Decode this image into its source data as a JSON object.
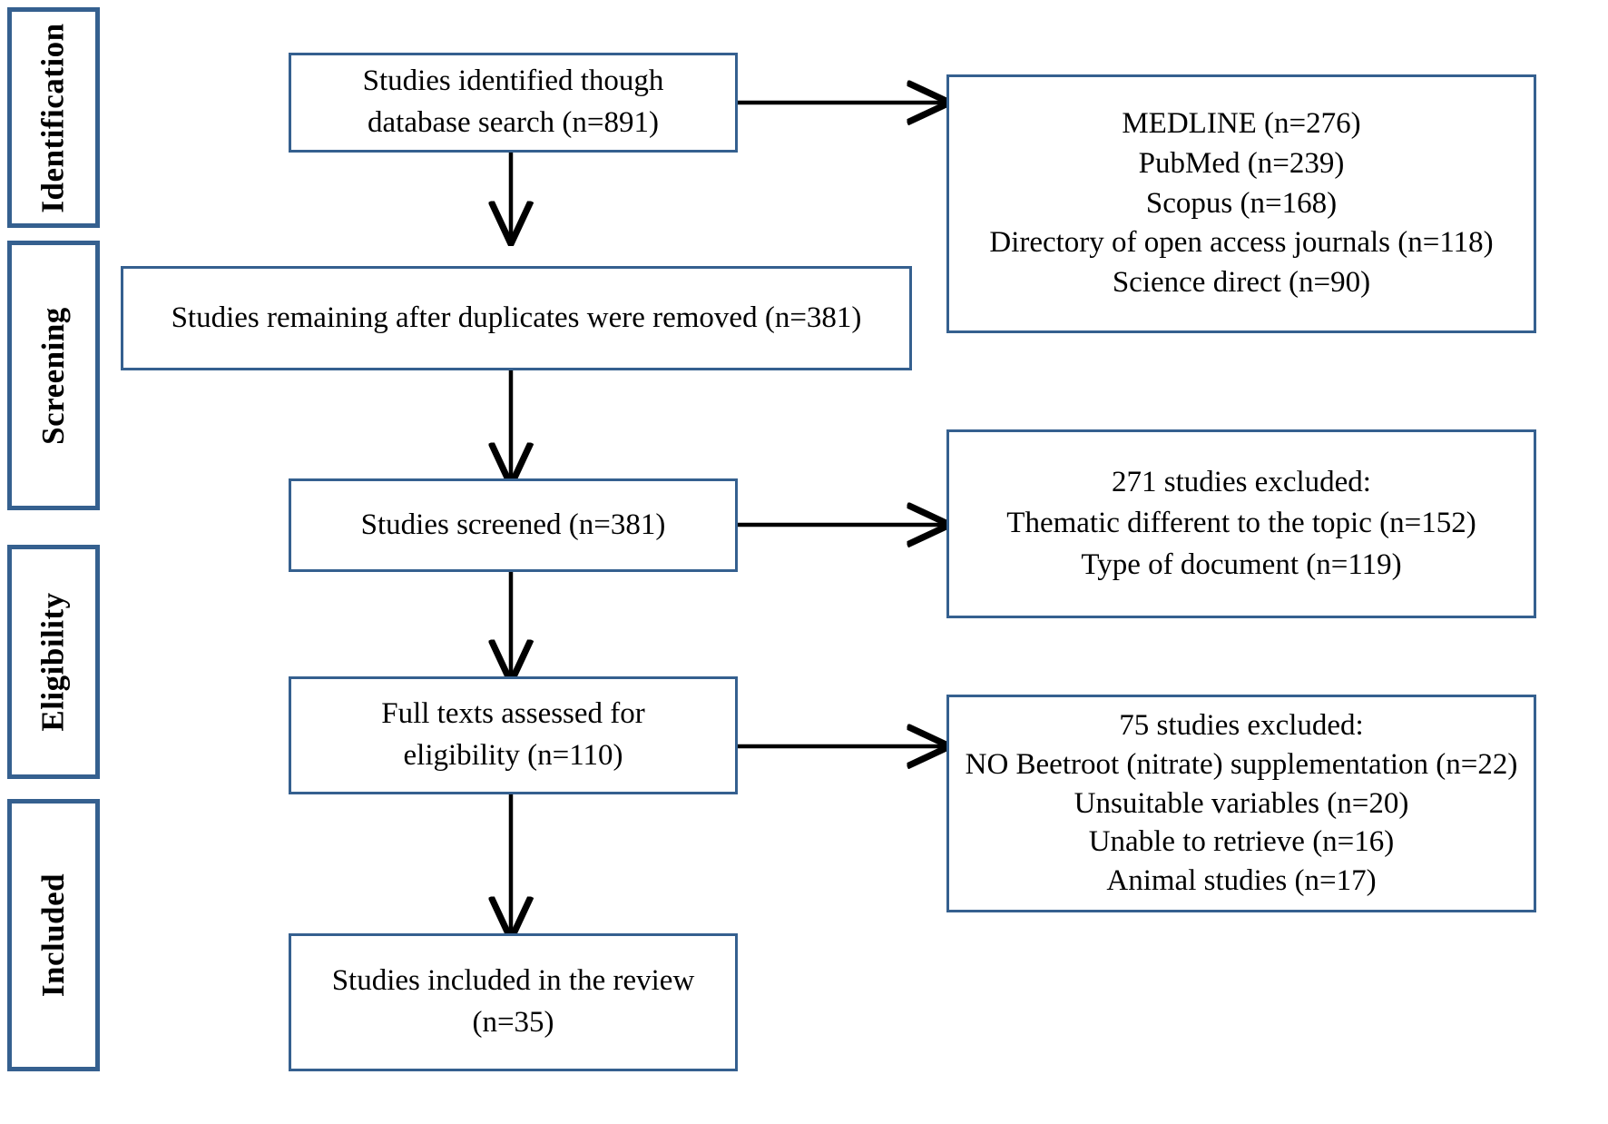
{
  "diagram": {
    "title": "PRISMA study selection flow diagram",
    "colors": {
      "box_border": "#35608f",
      "arrow": "#000000",
      "background": "#ffffff",
      "text": "#000000"
    },
    "stages": [
      {
        "id": "identification",
        "label": "Identification"
      },
      {
        "id": "screening",
        "label": "Screening"
      },
      {
        "id": "eligibility",
        "label": "Eligibility"
      },
      {
        "id": "included",
        "label": "Included"
      }
    ],
    "boxes": {
      "identified": {
        "id": "studies-identified",
        "lines": [
          "Studies identified though",
          "database search (n=891)"
        ]
      },
      "databases": {
        "id": "database-breakdown",
        "lines": [
          "MEDLINE (n=276)",
          "PubMed (n=239)",
          "Scopus (n=168)",
          "Directory of open access journals (n=118)",
          "Science direct (n=90)"
        ]
      },
      "duplicates_removed": {
        "id": "duplicates-removed",
        "lines": [
          "Studies remaining after duplicates were removed (n=381)"
        ]
      },
      "screened": {
        "id": "studies-screened",
        "lines": [
          "Studies screened (n=381)"
        ]
      },
      "screening_excluded": {
        "id": "screening-excluded",
        "lines": [
          "271 studies excluded:",
          "Thematic different to the topic (n=152)",
          "Type of document (n=119)"
        ]
      },
      "full_texts": {
        "id": "full-texts-assessed",
        "lines": [
          "Full texts assessed for",
          "eligibility (n=110)"
        ]
      },
      "eligibility_excluded": {
        "id": "eligibility-excluded",
        "lines": [
          "75 studies excluded:",
          "NO Beetroot (nitrate) supplementation (n=22)",
          "Unsuitable variables (n=20)",
          "Unable to retrieve (n=16)",
          "Animal studies (n=17)"
        ]
      },
      "included": {
        "id": "studies-included",
        "lines": [
          "Studies included in the review",
          "(n=35)"
        ]
      }
    },
    "counts": {
      "identified_total": 891,
      "medline": 276,
      "pubmed": 239,
      "scopus": 168,
      "doaj": 118,
      "science_direct": 90,
      "after_duplicates": 381,
      "screened": 381,
      "screening_excluded_total": 271,
      "thematic_different": 152,
      "type_of_document": 119,
      "full_texts_assessed": 110,
      "eligibility_excluded_total": 75,
      "no_beetroot_supplementation": 22,
      "unsuitable_variables": 20,
      "unable_to_retrieve": 16,
      "animal_studies": 17,
      "included": 35
    }
  }
}
